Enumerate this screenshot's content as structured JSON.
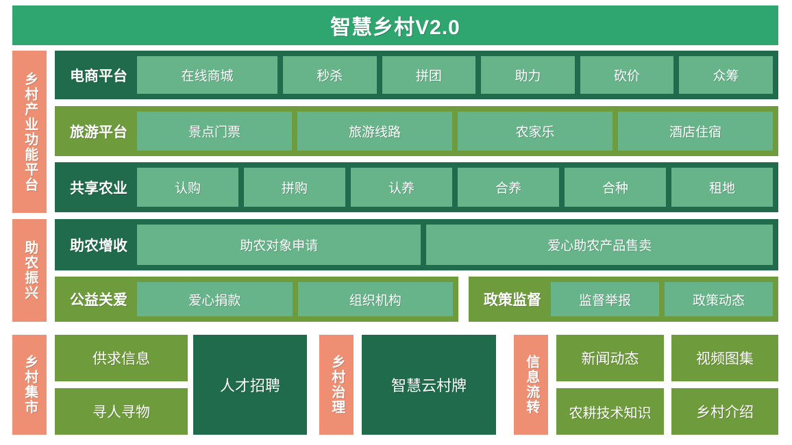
{
  "header": {
    "title": "智慧乡村V2.0",
    "bg_color": "#2FA56F"
  },
  "colors": {
    "sidebar": "#EE8F74",
    "row_dark_green": "#1F6B4C",
    "row_olive_green": "#6E9B3B",
    "tile_green": "#67B48A",
    "title_green": "#2FA56F",
    "text": "#FFFFFF"
  },
  "sidebars": {
    "industry": "乡村产业功能平台",
    "help": "助农振兴",
    "market": "乡村集市",
    "governance": "乡村治理",
    "info": "信息流转"
  },
  "rows": {
    "ecommerce": {
      "label": "电商平台",
      "items": [
        "在线商城",
        "秒杀",
        "拼团",
        "助力",
        "砍价",
        "众筹"
      ]
    },
    "tourism": {
      "label": "旅游平台",
      "items": [
        "景点门票",
        "旅游线路",
        "农家乐",
        "酒店住宿"
      ]
    },
    "shared_agriculture": {
      "label": "共享农业",
      "items": [
        "认购",
        "拼购",
        "认养",
        "合养",
        "合种",
        "租地"
      ]
    },
    "farmer_income": {
      "label": "助农增收",
      "items": [
        "助农对象申请",
        "爱心助农产品售卖"
      ]
    },
    "public_welfare": {
      "label": "公益关爱",
      "items": [
        "爱心捐款",
        "组织机构"
      ]
    },
    "policy_supervision": {
      "label": "政策监督",
      "items": [
        "监督举报",
        "政策动态"
      ]
    }
  },
  "bottom": {
    "market_tiles": [
      "供求信息",
      "寻人寻物"
    ],
    "jobs": "人才招聘",
    "cloud_sign": "智慧云村牌",
    "info_tiles": [
      "新闻动态",
      "视频图集",
      "农耕技术知识",
      "乡村介绍"
    ]
  }
}
